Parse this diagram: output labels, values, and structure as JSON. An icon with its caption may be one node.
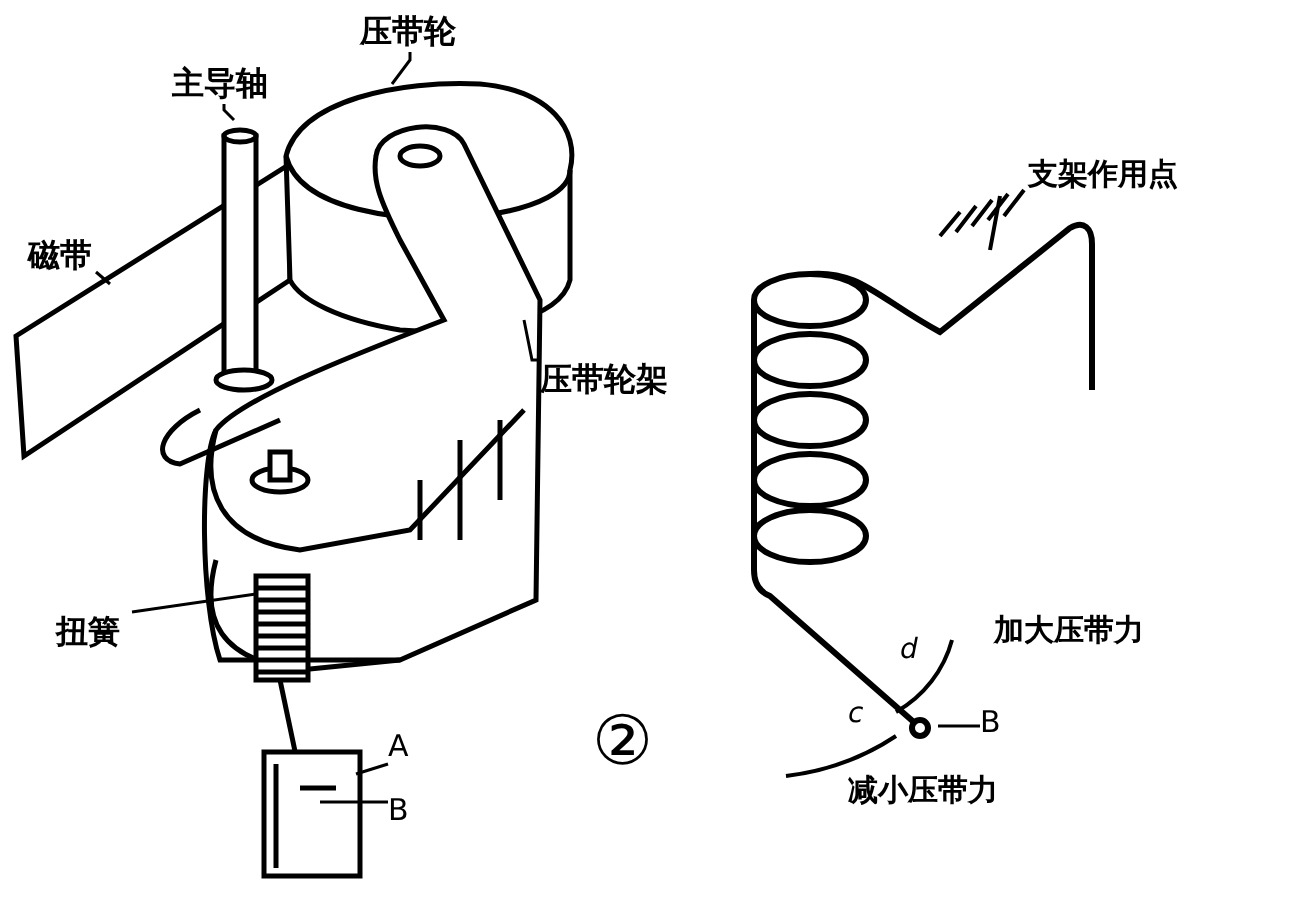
{
  "diagram": {
    "nodes": [
      {
        "text": [
          "压带轮"
        ]
      },
      {
        "text": [
          "主导轴"
        ]
      },
      {
        "text": [
          "磁带"
        ]
      },
      {
        "text": [
          "压带轮架"
        ]
      },
      {
        "text": [
          "扭簧"
        ]
      },
      {
        "text": [
          "A"
        ]
      },
      {
        "text": [
          "B"
        ]
      },
      {
        "text": [
          "B"
        ]
      }
    ],
    "edges": [
      {
        "from": 0,
        "to": null,
        "arrow": "none"
      },
      {
        "from": 1,
        "to": null,
        "arrow": "none"
      },
      {
        "from": 2,
        "to": null,
        "arrow": "none"
      },
      {
        "from": 3,
        "to": null,
        "arrow": "none"
      },
      {
        "from": 4,
        "to": null,
        "arrow": "none"
      },
      {
        "from": 5,
        "to": null,
        "arrow": "none"
      },
      {
        "from": 6,
        "to": null,
        "arrow": "none"
      },
      {
        "from": 7,
        "to": null,
        "arrow": "none"
      }
    ],
    "labels": [
      "支架作用点",
      "加大压带力",
      "d",
      "c",
      "减小压带力",
      "②"
    ]
  }
}
